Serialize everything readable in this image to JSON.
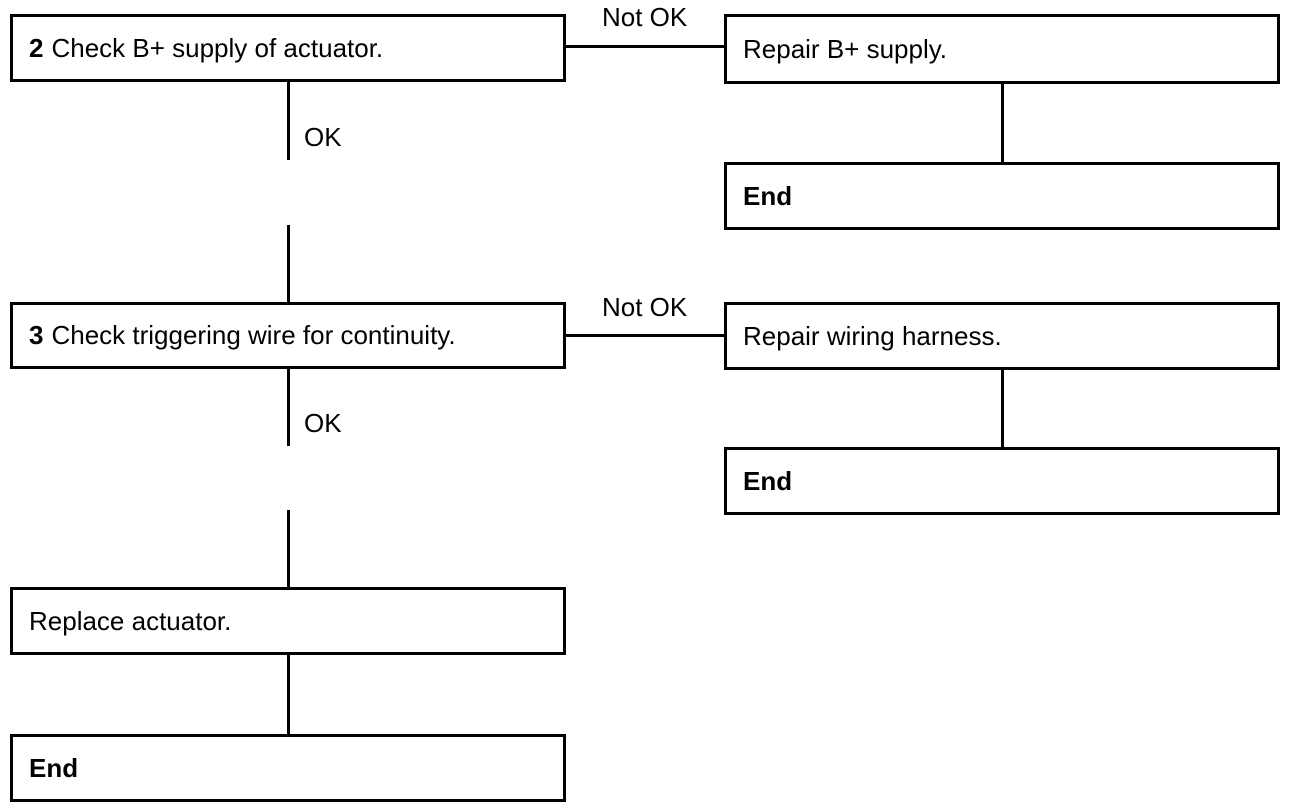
{
  "steps": [
    {
      "number": "2",
      "text": "Check B+ supply of actuator.",
      "ok_label": "OK",
      "not_ok_label": "Not OK",
      "repair_text": "Repair B+ supply.",
      "end_text": "End"
    },
    {
      "number": "3",
      "text": "Check triggering wire for continuity.",
      "ok_label": "OK",
      "not_ok_label": "Not OK",
      "repair_text": "Repair wiring harness.",
      "end_text": "End"
    }
  ],
  "final": {
    "text": "Replace actuator.",
    "end_text": "End"
  }
}
